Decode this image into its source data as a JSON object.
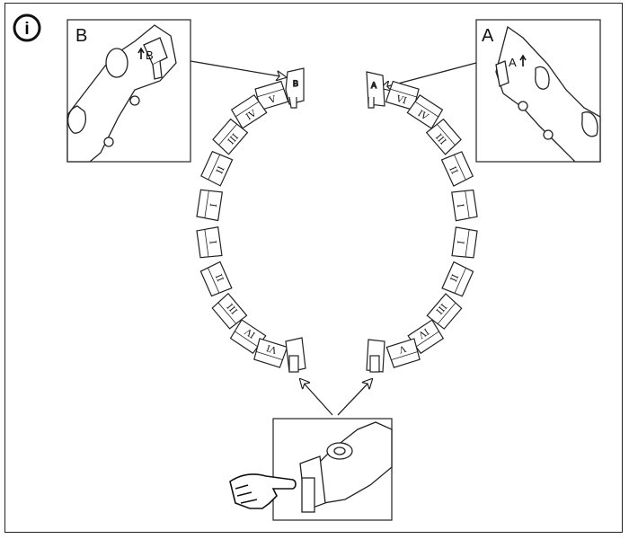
{
  "info_icon": {
    "name": "info-icon",
    "glyph": "i"
  },
  "callout_b": {
    "letter": "B",
    "label": "B"
  },
  "callout_a": {
    "letter": "A",
    "label": "A"
  },
  "chain_b": {
    "segments": [
      "V",
      "IV",
      "III",
      "II",
      "I",
      "I",
      "II",
      "III",
      "IV",
      "VI"
    ]
  },
  "chain_a": {
    "segments": [
      "VI",
      "IV",
      "III",
      "II",
      "I",
      "I",
      "II",
      "III",
      "IV",
      "V"
    ]
  },
  "colors": {
    "line": "#222222",
    "fill": "#ffffff"
  }
}
